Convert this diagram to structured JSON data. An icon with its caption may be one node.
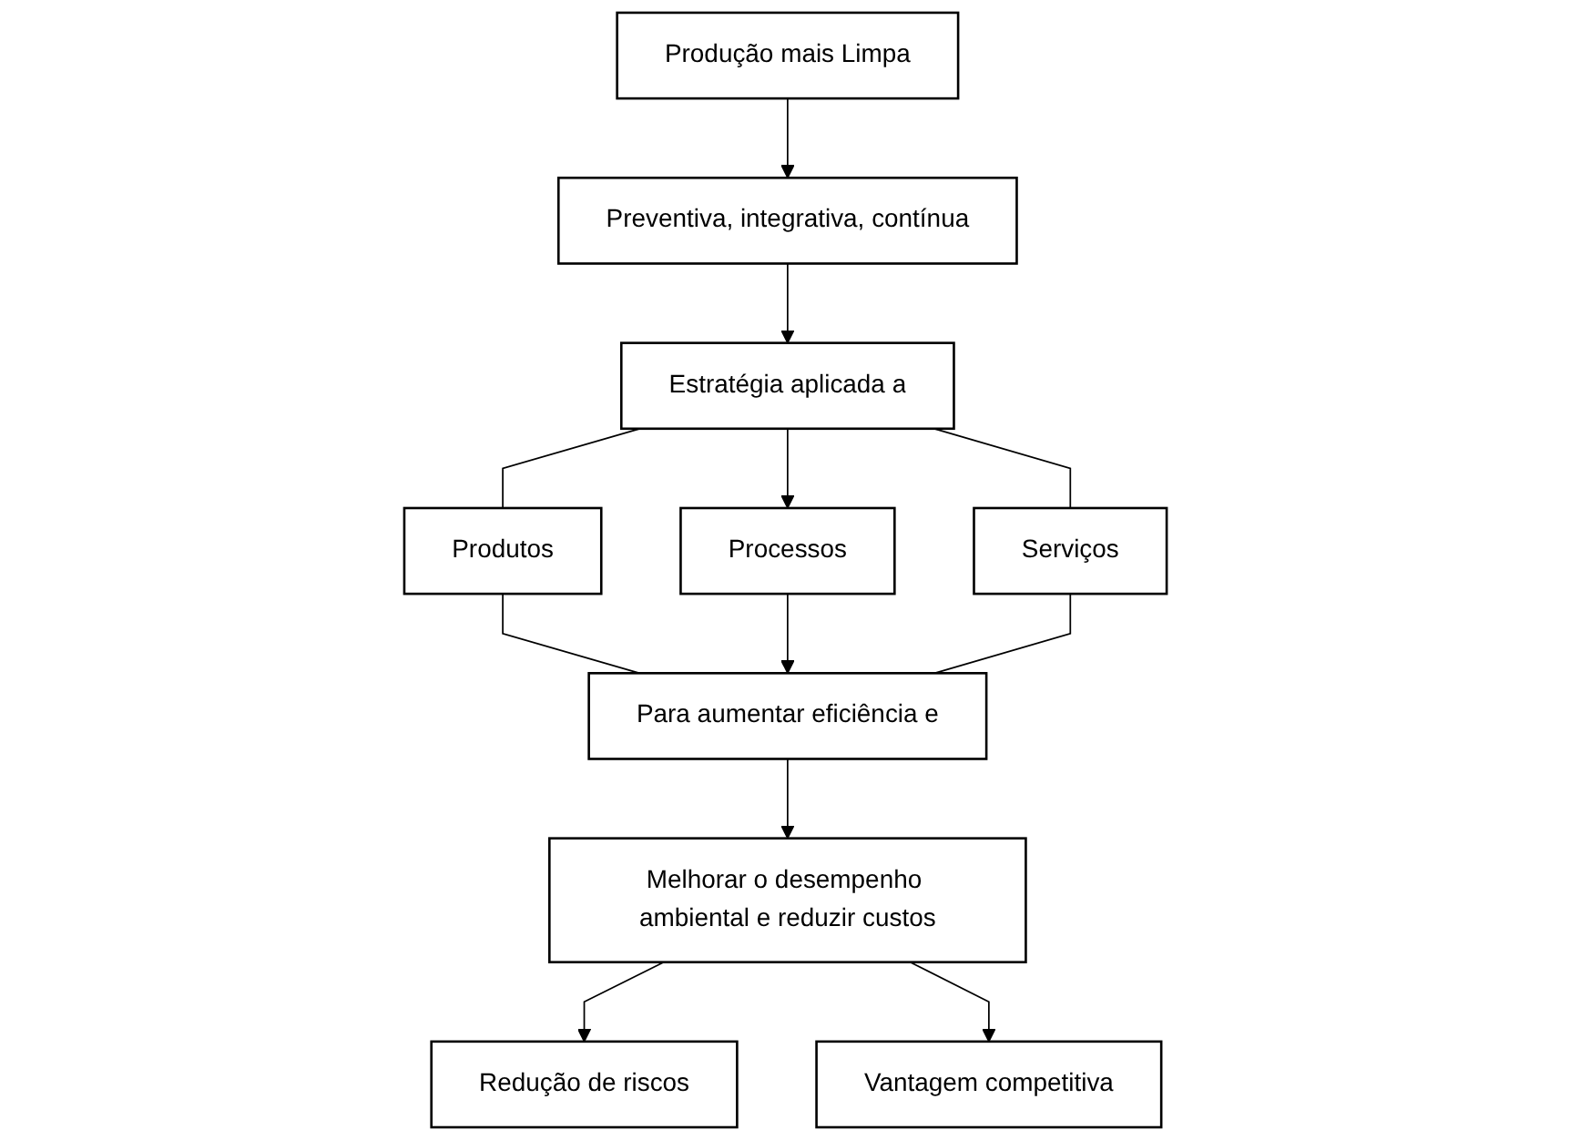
{
  "diagram": {
    "nodes": [
      {
        "text": [
          "Produção mais Limpa"
        ]
      },
      {
        "text": [
          "Preventiva, integrativa, contínua"
        ]
      },
      {
        "text": [
          "Estratégia aplicada a"
        ]
      },
      {
        "text": [
          "Produtos"
        ]
      },
      {
        "text": [
          "Processos"
        ]
      },
      {
        "text": [
          "Serviços"
        ]
      },
      {
        "text": [
          "Para aumentar eficiência e"
        ]
      },
      {
        "text": [
          "Melhorar o desempenho ambiental e reduzir custos"
        ]
      },
      {
        "text": [
          "Redução de riscos"
        ]
      },
      {
        "text": [
          "Vantagem competitiva"
        ]
      }
    ],
    "edges": [
      {
        "from": 0,
        "to": 1,
        "arrow": "to"
      },
      {
        "from": 1,
        "to": 2,
        "arrow": "to"
      },
      {
        "from": 2,
        "to": 3,
        "arrow": "none"
      },
      {
        "from": 2,
        "to": 4,
        "arrow": "to"
      },
      {
        "from": 2,
        "to": 5,
        "arrow": "none"
      },
      {
        "from": 3,
        "to": 6,
        "arrow": "none"
      },
      {
        "from": 4,
        "to": 6,
        "arrow": "to"
      },
      {
        "from": 5,
        "to": 6,
        "arrow": "none"
      },
      {
        "from": 6,
        "to": 7,
        "arrow": "to"
      },
      {
        "from": 7,
        "to": 8,
        "arrow": "to"
      },
      {
        "from": 7,
        "to": 9,
        "arrow": "to"
      }
    ]
  }
}
